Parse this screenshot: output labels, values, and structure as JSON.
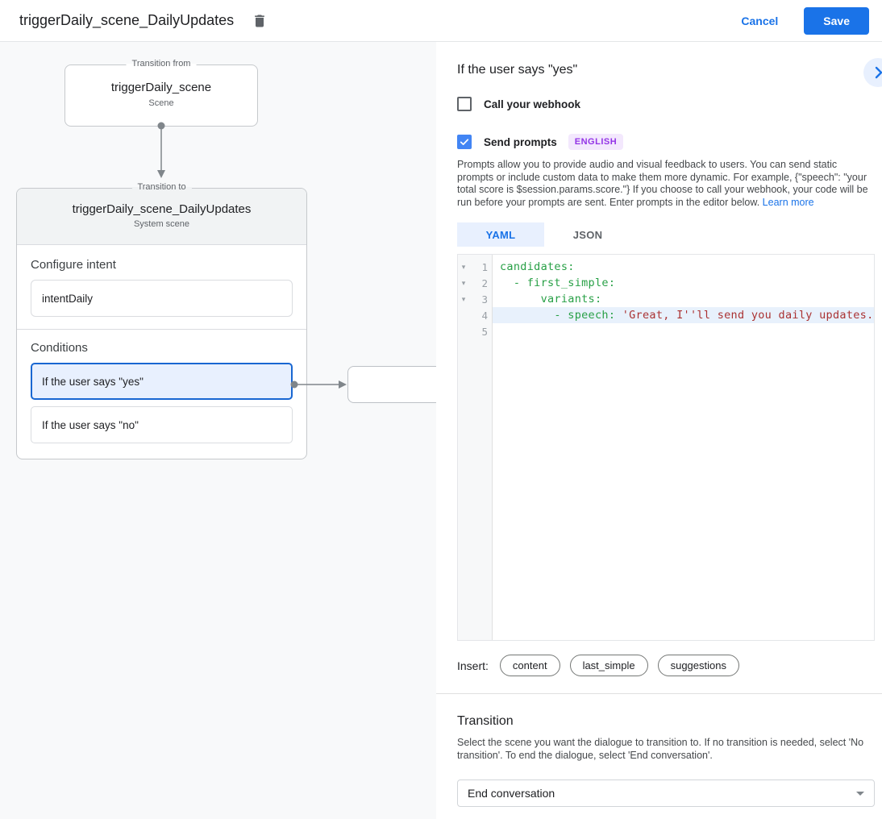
{
  "header": {
    "title": "triggerDaily_scene_DailyUpdates",
    "cancel_label": "Cancel",
    "save_label": "Save"
  },
  "colors": {
    "accent": "#1a73e8",
    "selected_condition_bg": "#e8f0fe",
    "selected_condition_border": "#1967d2",
    "badge_bg": "#f3e8fd",
    "badge_text": "#9334e6",
    "code_key": "#28a046",
    "code_string": "#aa3232",
    "code_highlight_line": "#e8f1fc"
  },
  "icons": {
    "delete": "trash-icon",
    "collapse": "chevron-right-icon",
    "checkbox_check": "checkmark-icon",
    "fold": "triangle-down-icon",
    "dropdown": "caret-down-icon"
  },
  "diagram": {
    "from_box": {
      "legend": "Transition from",
      "title": "triggerDaily_scene",
      "subtitle": "Scene"
    },
    "to_box": {
      "legend": "Transition to",
      "title": "triggerDaily_scene_DailyUpdates",
      "subtitle": "System scene",
      "configure_intent_heading": "Configure intent",
      "intent_value": "intentDaily",
      "conditions_heading": "Conditions",
      "conditions": [
        {
          "label": "If the user says \"yes\"",
          "selected": true
        },
        {
          "label": "If the user says \"no\"",
          "selected": false
        }
      ]
    }
  },
  "panel": {
    "title": "If the user says \"yes\"",
    "webhook": {
      "label": "Call your webhook",
      "checked": false
    },
    "send_prompts": {
      "label": "Send prompts",
      "badge": "ENGLISH",
      "checked": true
    },
    "description": "Prompts allow you to provide audio and visual feedback to users. You can send static prompts or include custom data to make them more dynamic. For example, {\"speech\": \"your total score is $session.params.score.\"} If you choose to call your webhook, your code will be run before your prompts are sent. Enter prompts in the editor below. ",
    "learn_more_label": "Learn more",
    "tabs": {
      "yaml": "YAML",
      "json": "JSON",
      "active": "YAML"
    },
    "editor": {
      "lines": [
        {
          "num": "1",
          "key": "candidates:",
          "value": ""
        },
        {
          "num": "2",
          "key": "  - first_simple:",
          "value": ""
        },
        {
          "num": "3",
          "key": "      variants:",
          "value": ""
        },
        {
          "num": "4",
          "key": "        - speech: ",
          "value": "'Great, I''ll send you daily updates."
        },
        {
          "num": "5",
          "key": "",
          "value": ""
        }
      ]
    },
    "insert": {
      "label": "Insert:",
      "chips": [
        "content",
        "last_simple",
        "suggestions"
      ]
    },
    "transition": {
      "heading": "Transition",
      "description": "Select the scene you want the dialogue to transition to. If no transition is needed, select 'No transition'. To end the dialogue, select 'End conversation'.",
      "value": "End conversation"
    }
  }
}
